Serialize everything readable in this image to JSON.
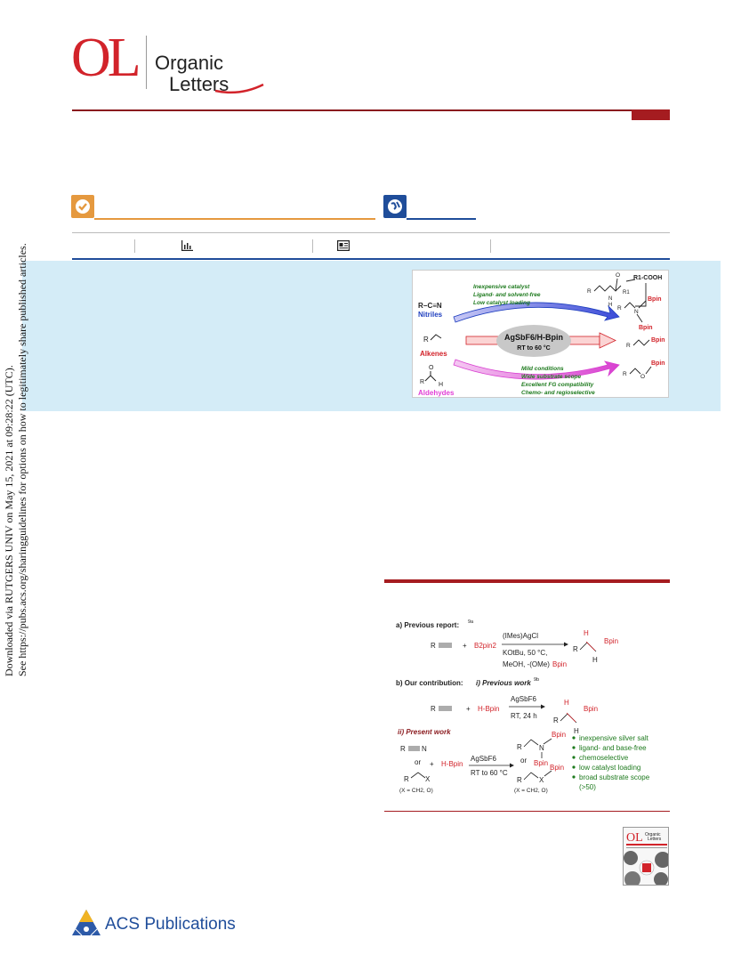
{
  "journal": {
    "logo_letters": "OL",
    "name_line1": "Organic",
    "name_line2": "Letters"
  },
  "toc_graphic": {
    "nitriles_formula": "R−C≡N",
    "nitriles_label": "Nitriles",
    "alkenes_label": "Alkenes",
    "aldehydes_label": "Aldehydes",
    "aldehyde_atoms": [
      "O",
      "R",
      "H"
    ],
    "alkene_r": "R",
    "features_top": [
      "Inexpensive catalyst",
      "Ligand- and solvent-free",
      "Low catalyst loading"
    ],
    "features_bottom": [
      "Mild conditions",
      "Wide substrate scope",
      "Excellent FG compatibility",
      "Chemo- and regioselective"
    ],
    "catalyst": "AgSbF6/H-Bpin",
    "conditions": "RT to 60 °C",
    "reagent_acid": "R1-COOH",
    "product_atoms": {
      "r": "R",
      "n": "N",
      "h": "H",
      "o": "O",
      "r1": "R1",
      "bpin": "Bpin"
    },
    "colors": {
      "nitriles": "#1f3fbf",
      "alkenes": "#d2232a",
      "aldehydes": "#e13fd6",
      "features": "#1e7a1e",
      "bpin": "#d2232a"
    }
  },
  "scheme": {
    "a_title": "a) Previous report:",
    "a_ref": "9a",
    "a_r": "R",
    "a_plus": "+",
    "a_reagent": "B2pin2",
    "a_cond_top": "(IMes)AgCl",
    "a_cond_mid": "KOtBu, 50 °C,",
    "a_cond_bot": "MeOH, -(OMe)",
    "a_cond_bot_bpin": "Bpin",
    "a_prod_h1": "H",
    "a_prod_h2": "H",
    "a_prod_r": "R",
    "a_prod_bpin": "Bpin",
    "b_title": "b) Our contribution:",
    "b_sub": "i) Previous work",
    "b_ref": "9b",
    "b_r": "R",
    "b_plus": "+",
    "b_reagent": "H-Bpin",
    "b_cond_top": "AgSbF6",
    "b_cond_bot": "RT, 24 h",
    "b_prod_h1": "H",
    "b_prod_h2": "H",
    "b_prod_r": "R",
    "b_prod_bpin": "Bpin",
    "c_title": "ii) Present work",
    "c_nitrile": "R",
    "c_n": "N",
    "c_or1": "or",
    "c_r2": "R",
    "c_x": "X",
    "c_plus": "+",
    "c_reagent": "H-Bpin",
    "c_cond_top": "AgSbF6",
    "c_cond_bot": "RT to 60 °C",
    "c_or2": "or",
    "c_x_def1": "(X = CH2, O)",
    "c_x_def2": "(X = CH2, O)",
    "c_prod1_r": "R",
    "c_prod1_n": "N",
    "c_prod_bpin1": "Bpin",
    "c_prod_bpin2": "Bpin",
    "c_prod2_r": "R",
    "c_prod2_x": "X",
    "c_prod_bpin3": "Bpin",
    "features": [
      "inexpensive silver salt",
      "ligand- and base-free",
      "chemoselective",
      "low catalyst loading",
      "broad substrate scope",
      "(>50)"
    ]
  },
  "side_note": {
    "line1": "Downloaded via RUTGERS UNIV on May 15, 2021 at 09:28:22 (UTC).",
    "line2": "See https://pubs.acs.org/sharingguidelines for options on how to legitimately share published articles."
  },
  "publisher": {
    "name": "ACS Publications"
  },
  "cover": {
    "logo": "OL",
    "title_line1": "Organic",
    "title_line2": "Letters"
  }
}
